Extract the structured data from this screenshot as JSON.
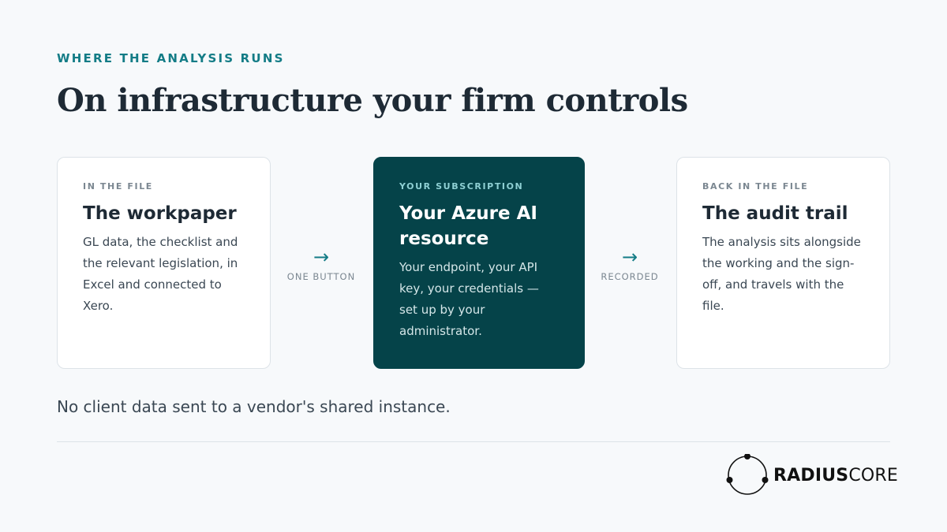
{
  "header": {
    "eyebrow": "WHERE THE ANALYSIS RUNS",
    "title": "On infrastructure your firm controls"
  },
  "cards": [
    {
      "eyebrow": "IN THE FILE",
      "title": "The workpaper",
      "body": "GL data, the checklist and the relevant legislation, in Excel and connected to Xero."
    },
    {
      "eyebrow": "YOUR SUBSCRIPTION",
      "title": "Your Azure AI resource",
      "body": "Your endpoint, your API key, your credentials — set up by your administrator."
    },
    {
      "eyebrow": "BACK IN THE FILE",
      "title": "The audit trail",
      "body": "The analysis sits alongside the working and the sign-off, and travels with the file."
    }
  ],
  "connectors": [
    {
      "arrow": "→",
      "label": "ONE BUTTON"
    },
    {
      "arrow": "→",
      "label": "RECORDED"
    }
  ],
  "footnote": "No client data sent to a vendor's shared instance.",
  "logo": {
    "bold": "RADIUS",
    "regular": "CORE",
    "icon": "radius-orbit-logo-icon"
  },
  "colors": {
    "accent": "#137c86",
    "dark_card": "#054349",
    "background": "#f7f9fb",
    "text": "#1e2a35"
  }
}
